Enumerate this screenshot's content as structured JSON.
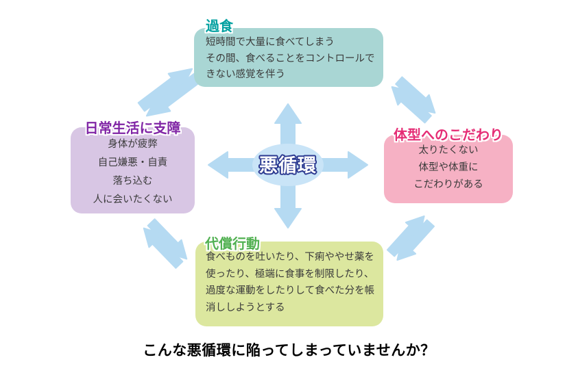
{
  "center": {
    "label": "悪循環"
  },
  "boxes": {
    "overeating": {
      "title": "過食",
      "lines": [
        "短時間で大量に食べてしまう",
        "その間、食べることをコントロールで",
        "きない感覚を伴う"
      ]
    },
    "daily_life": {
      "title": "日常生活に支障",
      "lines": [
        "身体が疲弊",
        "自己嫌悪・自責",
        "落ち込む",
        "人に会いたくない"
      ]
    },
    "body_image": {
      "title": "体型へのこだわり",
      "lines": [
        "太りたくない",
        "体型や体重に",
        "こだわりがある"
      ]
    },
    "compensatory": {
      "title": "代償行動",
      "lines": [
        "食べものを吐いたり、下痢ややせ薬を",
        "使ったり、極端に食事を制限したり、",
        "過度な運動をしたりして食べた分を帳",
        "消ししようとする"
      ]
    }
  },
  "caption": "こんな悪循環に陥ってしまっていませんか？",
  "colors": {
    "box_overeating_bg": "#a9d6d4",
    "box_daily_life_bg": "#d8c6e4",
    "box_body_image_bg": "#f6b1c4",
    "box_compensatory_bg": "#dce79f",
    "title_overeating": "#00a0a0",
    "title_daily_life": "#8025a5",
    "title_body_image": "#e52d75",
    "title_compensatory": "#52b152",
    "arrow_blue": "#b5daf2",
    "ellipse_blue": "#c9e4f7",
    "cycle_text_fill": "#ffffff",
    "cycle_text_outline": "#2b3990",
    "body_text": "#3a3a3a",
    "caption_text": "#000000"
  }
}
